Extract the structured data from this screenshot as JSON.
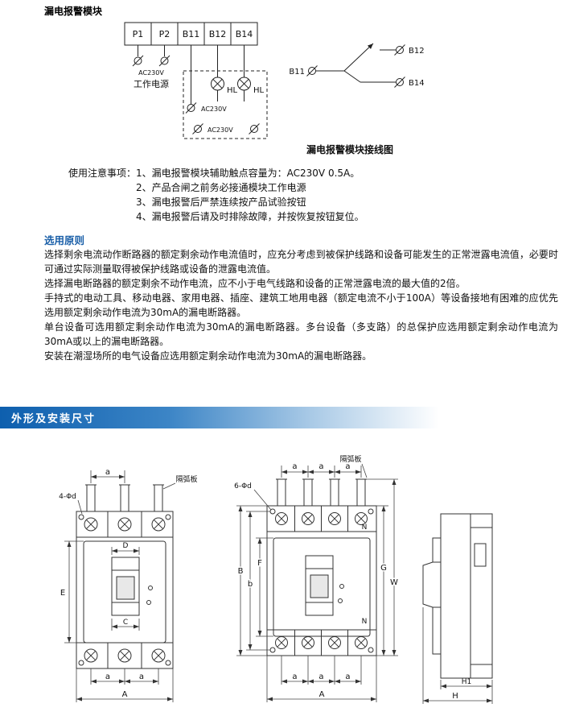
{
  "page": {
    "title": "漏电报警模块"
  },
  "wiring": {
    "terminals": [
      "P1",
      "P2",
      "B11",
      "B12",
      "B14"
    ],
    "power_supply_voltage": "AC230V",
    "lamp_voltage_1": "AC230V",
    "lamp_voltage_2": "AC230V",
    "power_label": "工作电源",
    "lamp_label_1": "HL",
    "lamp_label_2": "HL",
    "contact_common": "B11",
    "contact_no": "B12",
    "contact_nc": "B14",
    "caption": "漏电报警模块接线图"
  },
  "notes": {
    "intro": "使用注意事项：",
    "items": [
      "1、漏电报警模块辅助触点容量为：AC230V 0.5A。",
      "2、产品合闸之前务必接通模块工作电源",
      "3、漏电报警后严禁连续按产品试验按钮",
      "4、漏电报警后请及时排除故障，并按恢复按钮复位。"
    ]
  },
  "selection": {
    "heading": "选用原则",
    "paragraphs": [
      "选择剩余电流动作断路器的额定剩余动作电流值时，应充分考虑到被保护线路和设备可能发生的正常泄露电流值，必要时可通过实际测量取得被保护线路或设备的泄露电流值。",
      "选择漏电断路器的额定剩余不动作电流，应不小于电气线路和设备的正常泄露电流的最大值的2倍。",
      "手持式的电动工具、移动电器、家用电器、插座、建筑工地用电器（额定电流不小于100A）等设备接地有困难的应优先选用额定剩余动作电流为30mA的漏电断路器。",
      "单台设备可选用额定剩余动作电流为30mA的漏电断路器。多台设备（多支路）的总保护应选用额定剩余动作电流为30mA或以上的漏电断路器。",
      "安装在潮湿场所的电气设备应选用额定剩余动作电流为30mA的漏电断路器。"
    ]
  },
  "outline": {
    "banner": "外形及安装尺寸",
    "left": {
      "holes": "4-Φd",
      "arc_plate": "隔弧板",
      "dim_a_top": "a",
      "dim_D": "D",
      "dim_E": "E",
      "dim_C": "C",
      "dim_a1": "a",
      "dim_a2": "a",
      "dim_A": "A"
    },
    "middle": {
      "holes": "6-Φd",
      "arc_plate": "隔弧板",
      "dim_a_top": [
        "a",
        "a",
        "a"
      ],
      "dim_B": "B",
      "dim_b": "b",
      "dim_F": "F",
      "dim_G": "G",
      "dim_W": "W",
      "n_top": "N",
      "n_bottom": "N",
      "dim_a_bottom": [
        "a",
        "a",
        "a"
      ],
      "dim_A": "A"
    },
    "side": {
      "dim_H1": "H1",
      "dim_H": "H"
    }
  },
  "colors": {
    "heading_blue": "#1a5fa8",
    "banner_blue": "#0e5fae"
  }
}
